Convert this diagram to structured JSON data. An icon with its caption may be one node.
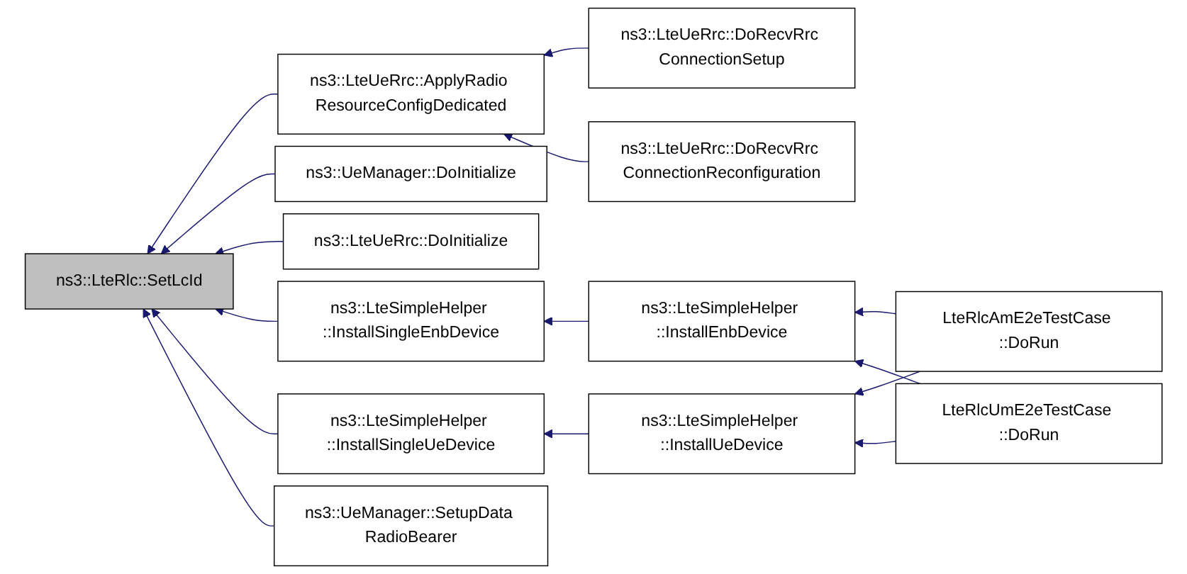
{
  "diagram": {
    "nodes": [
      {
        "text": [
          "ns3::LteRlc::SetLcId"
        ]
      },
      {
        "text": [
          "ns3::LteUeRrc::ApplyRadio ResourceConfigDedicated"
        ]
      },
      {
        "text": [
          "ns3::LteUeRrc::DoRecvRrc ConnectionSetup"
        ]
      },
      {
        "text": [
          "ns3::LteUeRrc::DoRecvRrc ConnectionReconfiguration"
        ]
      },
      {
        "text": [
          "ns3::UeManager::DoInitialize"
        ]
      },
      {
        "text": [
          "ns3::LteUeRrc::DoInitialize"
        ]
      },
      {
        "text": [
          "ns3::LteSimpleHelper ::InstallSingleEnbDevice"
        ]
      },
      {
        "text": [
          "ns3::LteSimpleHelper ::InstallEnbDevice"
        ]
      },
      {
        "text": [
          "LteRlcAmE2eTestCase ::DoRun"
        ]
      },
      {
        "text": [
          "ns3::LteSimpleHelper ::InstallSingleUeDevice"
        ]
      },
      {
        "text": [
          "ns3::LteSimpleHelper ::InstallUeDevice"
        ]
      },
      {
        "text": [
          "LteRlcUmE2eTestCase ::DoRun"
        ]
      },
      {
        "text": [
          "ns3::UeManager::SetupData RadioBearer"
        ]
      }
    ],
    "edges": [
      {
        "from": 1,
        "to": 0,
        "arrow": "to"
      },
      {
        "from": 4,
        "to": 0,
        "arrow": "to"
      },
      {
        "from": 5,
        "to": 0,
        "arrow": "to"
      },
      {
        "from": 6,
        "to": 0,
        "arrow": "to"
      },
      {
        "from": 9,
        "to": 0,
        "arrow": "to"
      },
      {
        "from": 12,
        "to": 0,
        "arrow": "to"
      },
      {
        "from": 2,
        "to": 1,
        "arrow": "to"
      },
      {
        "from": 3,
        "to": 1,
        "arrow": "to"
      },
      {
        "from": 7,
        "to": 6,
        "arrow": "to"
      },
      {
        "from": 10,
        "to": 9,
        "arrow": "to"
      },
      {
        "from": 8,
        "to": 7,
        "arrow": "to"
      },
      {
        "from": 11,
        "to": 7,
        "arrow": "to"
      },
      {
        "from": 8,
        "to": 10,
        "arrow": "to"
      },
      {
        "from": 11,
        "to": 10,
        "arrow": "to"
      }
    ]
  }
}
